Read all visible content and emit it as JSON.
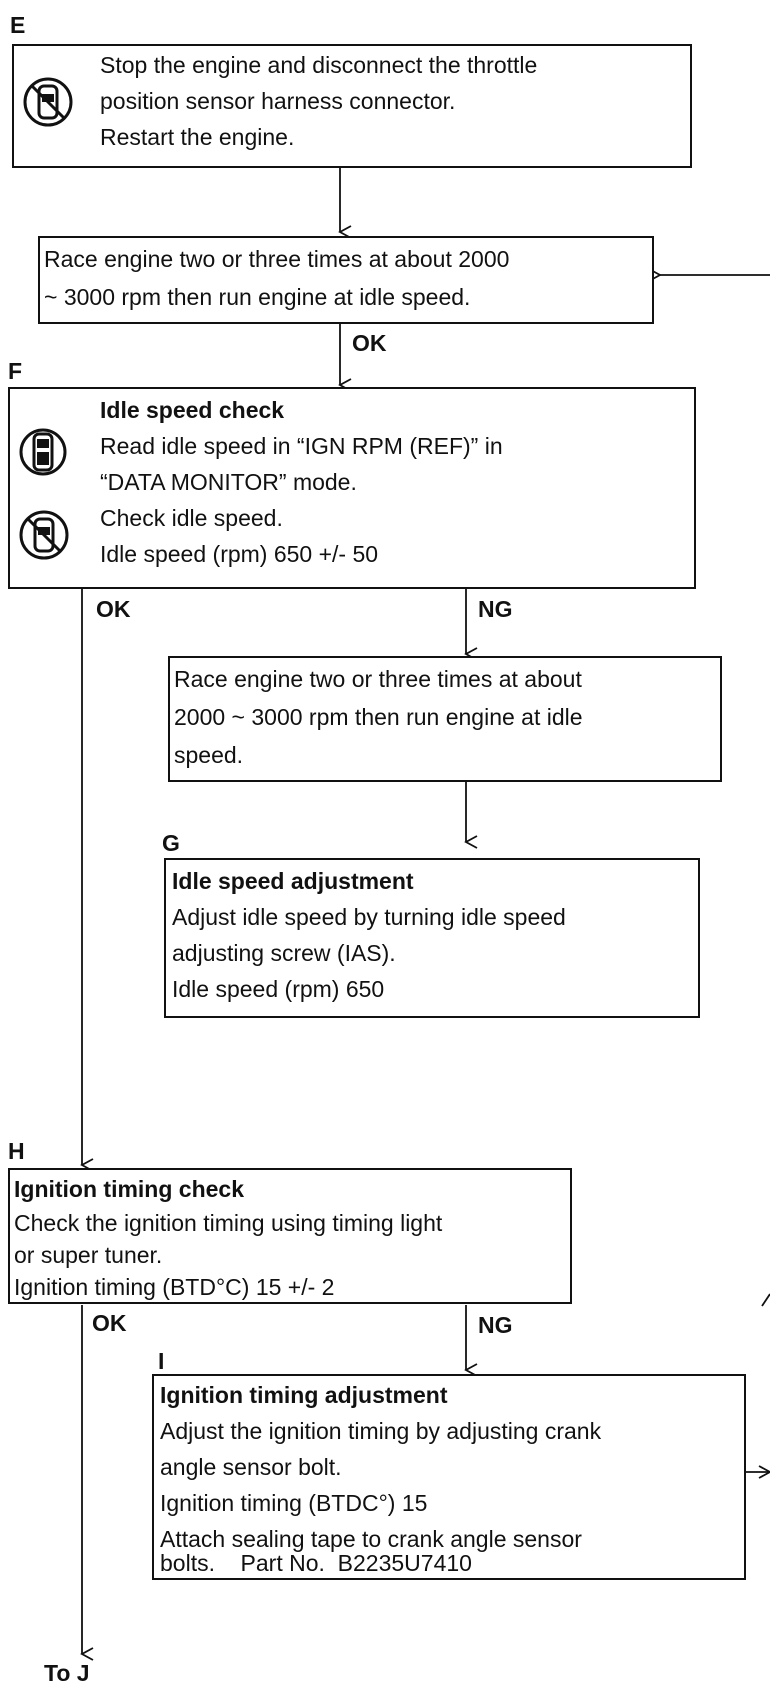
{
  "steps": {
    "E": {
      "letter": "E",
      "lines": [
        "Stop the engine and disconnect the throttle",
        "position sensor harness connector.",
        "Restart the engine."
      ],
      "icon": "no-vehicle-icon"
    },
    "race1": {
      "lines": [
        "Race engine two or three times at about 2000",
        "~ 3000 rpm then run engine at idle speed."
      ]
    },
    "F": {
      "letter": "F",
      "title": "Idle speed check",
      "lines": [
        "Read idle speed in “IGN RPM (REF)” in",
        "“DATA MONITOR” mode.",
        "Check idle speed.",
        "Idle speed (rpm) 650 +/- 50"
      ],
      "icons": [
        "consult-tester-icon",
        "no-vehicle-icon"
      ]
    },
    "race2": {
      "lines": [
        "Race engine two or three times at about",
        "2000 ~ 3000 rpm then run engine at idle",
        "speed."
      ]
    },
    "G": {
      "letter": "G",
      "title": "Idle speed adjustment",
      "lines": [
        "Adjust idle speed by turning idle speed",
        "adjusting screw (IAS).",
        "Idle speed (rpm) 650"
      ]
    },
    "H": {
      "letter": "H",
      "title": "Ignition timing check",
      "lines": [
        "Check the ignition timing using timing light",
        "or super tuner.",
        "Ignition timing (BTD°C) 15 +/- 2"
      ]
    },
    "I": {
      "letter": "I",
      "title": "Ignition timing adjustment",
      "lines": [
        "Adjust the ignition timing by adjusting crank",
        "angle sensor bolt.",
        "Ignition timing (BTDC°) 15",
        "Attach sealing tape to crank angle sensor",
        "bolts.    Part No.  B2235U7410"
      ]
    }
  },
  "labels": {
    "ok": "OK",
    "ng": "NG",
    "to_j": "To J"
  },
  "colors": {
    "line": "#111111",
    "background": "#ffffff"
  }
}
